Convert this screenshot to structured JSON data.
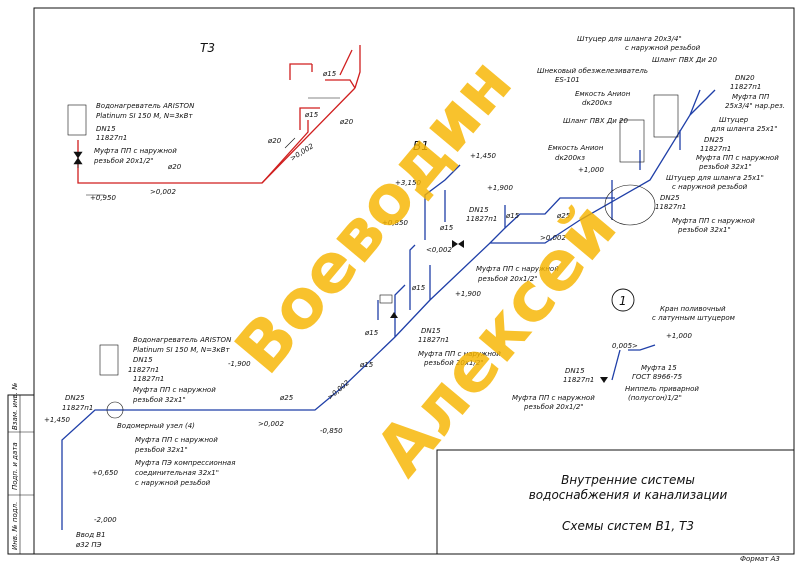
{
  "drawing": {
    "system_t3": "Т3",
    "system_b1": "В1",
    "node_number": "1",
    "format": "Формат А3"
  },
  "title_block": {
    "line1": "Внутренние системы",
    "line2": "водоснабжения и канализации",
    "line3": "Схемы систем В1, Т3"
  },
  "side_stamp": {
    "field1": "Взам. инв. №",
    "field2": "Подп. и дата",
    "field3": "Инв. № подл."
  },
  "watermark": {
    "line1": "Воеводин",
    "line2": "Алексей"
  },
  "labels": {
    "heater_top_1": "Водонагреватель ARISTON",
    "heater_top_2": "Platinum SI 150 M, N=3кВт",
    "dn15_a": "DN15",
    "pipe_a": "11827п1",
    "coupling_a1": "Муфта ПП с наружной",
    "coupling_a2": "резьбой 20х1/2\"",
    "d20_a": "ø20",
    "d20_b": "ø20",
    "d20_c": "ø20",
    "d15_a": "ø15",
    "d15_b": "ø15",
    "slope_a": ">0,002",
    "slope_b": ">0,002",
    "elev_a": "+0,950",
    "hose_20_1": "Штуцер для шланга 20х3/4\"",
    "hose_20_2": "с наружной резьбой",
    "hose_pvc_a": "Шланг ПВХ Ди 20",
    "softener_1": "Шнековый обезжелезиватель",
    "softener_2": "ES-101",
    "tank_a1": "Емкость Анион",
    "tank_a2": "dк200кз",
    "hose_pvc_b": "Шланг ПВХ Ди 20",
    "tank_b1": "Емкость Анион",
    "tank_b2": "dк200кз",
    "dn20_c": "DN20",
    "pipe_c": "11827п1",
    "coupling_c1": "Муфта ПП",
    "coupling_c2": "25х3/4\" нар.рез.",
    "fitting_c1": "Штуцер",
    "fitting_c2": "для шланга 25х1\"",
    "dn25_c": "DN25",
    "pipe_c2": "11827п1",
    "coupling_c3": "Муфта ПП с наружной",
    "coupling_c4": "резьбой 32х1\"",
    "fitting_c3": "Штуцер для шланга 25х1\"",
    "fitting_c4": "с наружной резьбой",
    "dn25_d": "DN25",
    "pipe_d": "11827п1",
    "coupling_d1": "Муфта ПП с наружной",
    "coupling_d2": "резьбой 32х1\"",
    "elev_b1": "+1,450",
    "elev_b2": "+1,900",
    "elev_b3": "+3,150",
    "elev_b4": "+0,850",
    "elev_b5": "+1,000",
    "elev_b6": "+1,900",
    "dn15_b": "DN15",
    "pipe_b": "11827п1",
    "d15_c": "ø15",
    "d15_d": "ø15",
    "d15_e": "ø15",
    "d15_f": "ø15",
    "d15_g": "ø15",
    "d25_a": "ø25",
    "d25_b": "ø25",
    "slope_c": ">0,002",
    "slope_d": "<0,002",
    "slope_e": ">0,002",
    "slope_f": ">0,002",
    "coupling_b1": "Муфта ПП с наружной",
    "coupling_b2": "резьбой 20х1/2\"",
    "dn15_e": "DN15",
    "pipe_e": "11827п1",
    "coupling_e1": "Муфта ПП с наружной",
    "coupling_e2": "резьбой 20х1/2\"",
    "heater_bot_1": "Водонагреватель ARISTON",
    "heater_bot_2": "Platinum SI 150 M, N=3кВт",
    "dn15_f": "DN15",
    "pipe_f": "11827п1",
    "coupling_f1": "Муфта ПП с наружной",
    "coupling_f2": "резьбой 32х1\"",
    "elev_f": "-1,900",
    "dn25_g": "DN25",
    "pipe_g": "11827п1",
    "elev_g1": "+1,450",
    "meter": "Водомерный узел (4)",
    "coupling_g1": "Муфта ПП с наружной",
    "coupling_g2": "резьбой 32х1\"",
    "coupling_g3": "Муфта ПЭ компрессионная",
    "coupling_g4": "соединительная 32х1\"",
    "coupling_g5": "с наружной резьбой",
    "elev_g2": "+0,650",
    "elev_g3": "-2,000",
    "inlet_1": "Ввод В1",
    "inlet_2": "ø32 ПЭ",
    "elev_g4": "-0,850",
    "node_tap1": "Кран поливочный",
    "node_tap2": "с латунным штуцером",
    "node_elev1": "+1,000",
    "node_elev2": "0,005>",
    "node_dn": "DN15",
    "node_pipe": "11827п1",
    "node_coupling": "Муфта 15",
    "node_gost": "ГОСТ 8966-75",
    "node_nipple1": "Ниппель приварной",
    "node_nipple2": "(полусгон)1/2\"",
    "node_coupling1": "Муфта ПП с наружной",
    "node_coupling2": "резьбой 20х1/2\""
  },
  "colors": {
    "hot_water": "#d01e1e",
    "cold_water": "#1f3fa8",
    "watermark": "#f7b500"
  }
}
